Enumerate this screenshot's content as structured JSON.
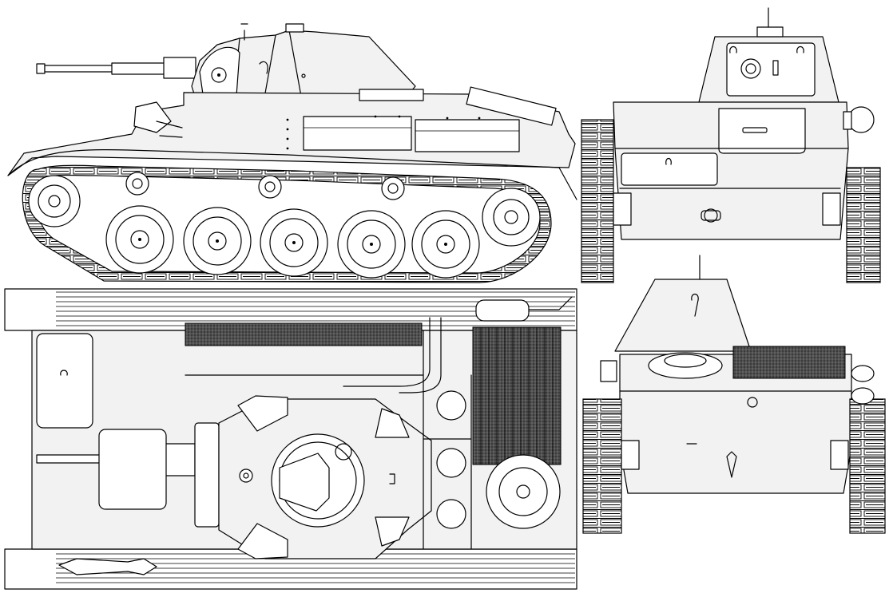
{
  "drawing": {
    "views": [
      {
        "id": "side",
        "name": "side-view"
      },
      {
        "id": "front",
        "name": "front-view"
      },
      {
        "id": "top",
        "name": "top-view"
      },
      {
        "id": "rear",
        "name": "rear-view"
      }
    ],
    "side_view": {
      "road_wheels": 5,
      "return_rollers": 3
    },
    "colors": {
      "line": "#000000",
      "fill_light": "#f2f2f2",
      "fill_white": "#ffffff",
      "grille_dark": "#2a2a2a"
    }
  }
}
